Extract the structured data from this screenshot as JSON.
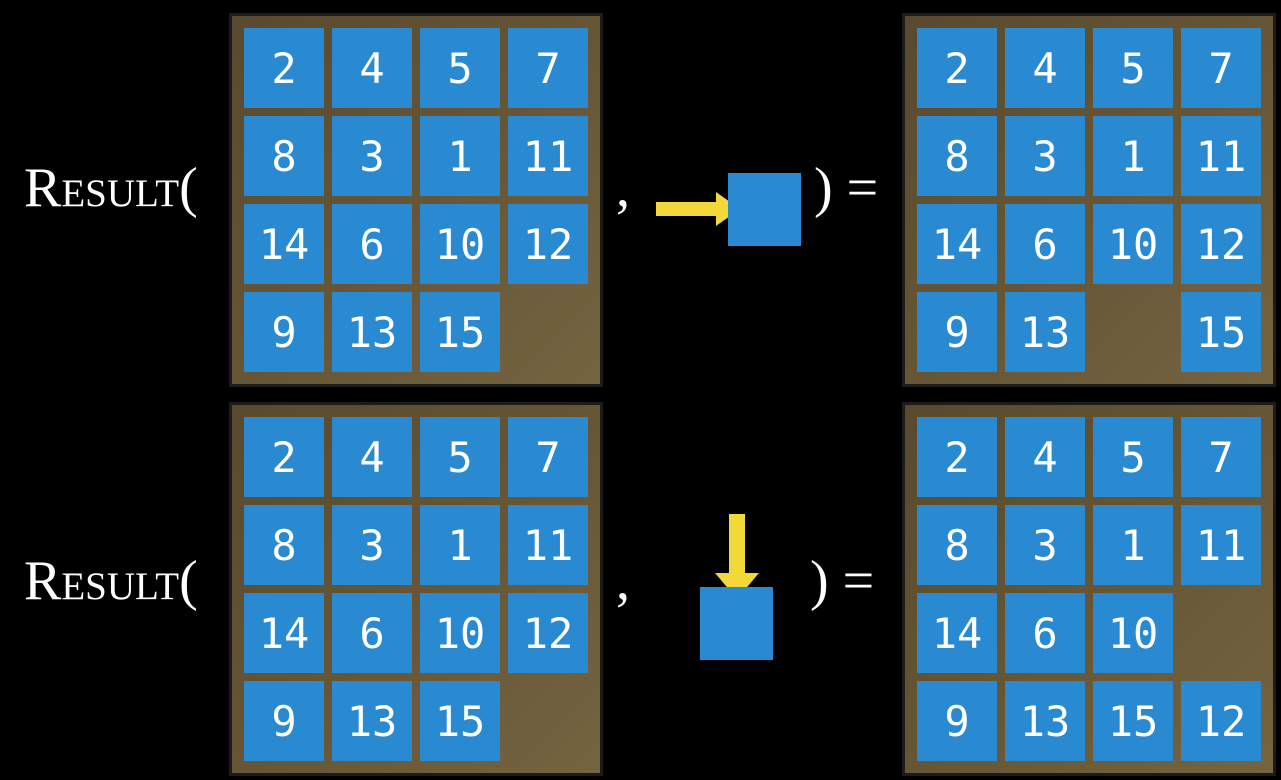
{
  "colors": {
    "background": "#000000",
    "tile": "#2a8ad1",
    "frame": "#675736",
    "arrow": "#f2d838",
    "text": "#ffffff"
  },
  "equations": [
    {
      "function_label": "Result(",
      "separator": ",",
      "close_label": ") =",
      "action": {
        "direction": "right",
        "icon": "right-arrow-icon"
      },
      "input_grid": [
        [
          "2",
          "4",
          "5",
          "7"
        ],
        [
          "8",
          "3",
          "1",
          "11"
        ],
        [
          "14",
          "6",
          "10",
          "12"
        ],
        [
          "9",
          "13",
          "15",
          ""
        ]
      ],
      "output_grid": [
        [
          "2",
          "4",
          "5",
          "7"
        ],
        [
          "8",
          "3",
          "1",
          "11"
        ],
        [
          "14",
          "6",
          "10",
          "12"
        ],
        [
          "9",
          "13",
          "",
          "15"
        ]
      ]
    },
    {
      "function_label": "Result(",
      "separator": ",",
      "close_label": ") =",
      "action": {
        "direction": "down",
        "icon": "down-arrow-icon"
      },
      "input_grid": [
        [
          "2",
          "4",
          "5",
          "7"
        ],
        [
          "8",
          "3",
          "1",
          "11"
        ],
        [
          "14",
          "6",
          "10",
          "12"
        ],
        [
          "9",
          "13",
          "15",
          ""
        ]
      ],
      "output_grid": [
        [
          "2",
          "4",
          "5",
          "7"
        ],
        [
          "8",
          "3",
          "1",
          "11"
        ],
        [
          "14",
          "6",
          "10",
          ""
        ],
        [
          "9",
          "13",
          "15",
          "12"
        ]
      ]
    }
  ]
}
